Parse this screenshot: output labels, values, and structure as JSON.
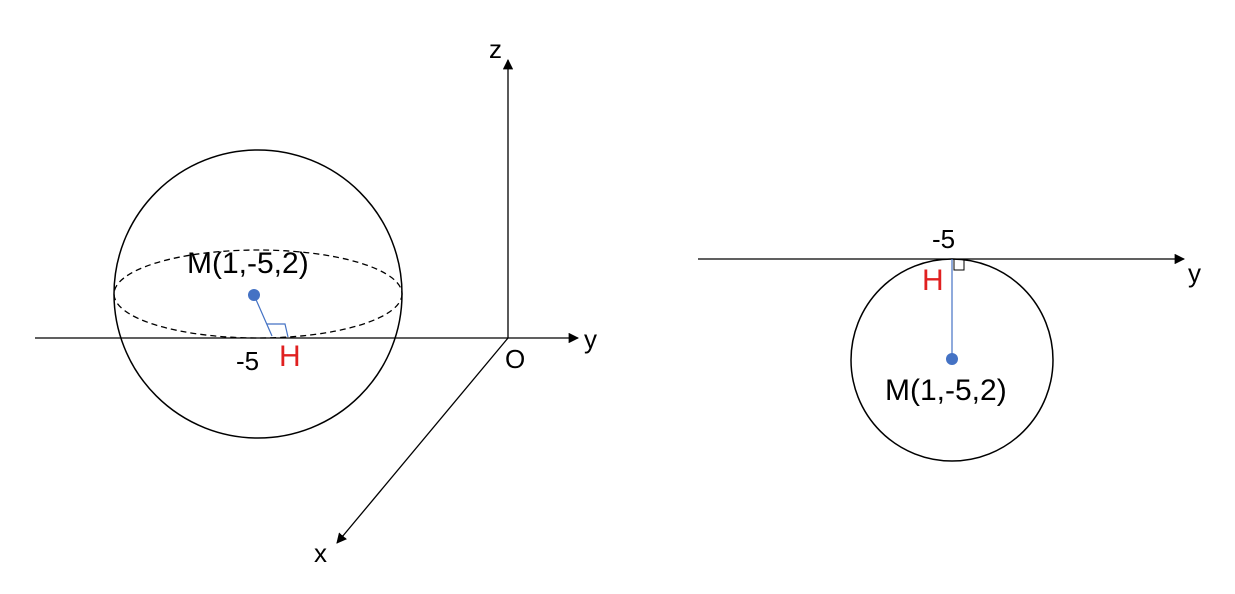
{
  "left_figure": {
    "axis_z_label": "z",
    "axis_y_label": "y",
    "axis_x_label": "x",
    "origin_label": "O",
    "center_label": "M(1,-5,2)",
    "foot_label": "H",
    "tick_label": "-5"
  },
  "right_figure": {
    "axis_y_label": "y",
    "center_label": "M(1,-5,2)",
    "foot_label": "H",
    "tick_label": "-5"
  },
  "colors": {
    "foot_label": "#e02020",
    "center_point": "#4472c4",
    "perpendicular": "#4472c4",
    "ink": "#000000"
  }
}
